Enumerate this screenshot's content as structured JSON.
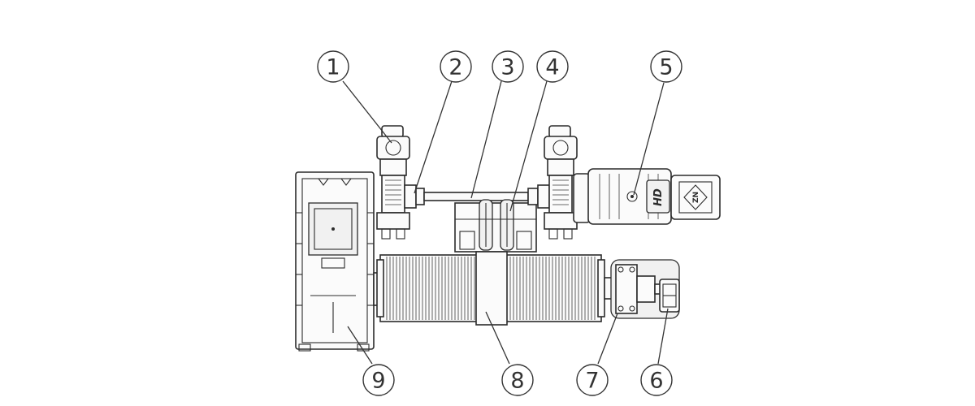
{
  "callouts": [
    {
      "id": "1",
      "label": "1"
    },
    {
      "id": "2",
      "label": "2"
    },
    {
      "id": "3",
      "label": "3"
    },
    {
      "id": "4",
      "label": "4"
    },
    {
      "id": "5",
      "label": "5"
    },
    {
      "id": "6",
      "label": "6"
    },
    {
      "id": "7",
      "label": "7"
    },
    {
      "id": "8",
      "label": "8"
    },
    {
      "id": "9",
      "label": "9"
    }
  ],
  "motor_marking": "HD",
  "logo_marking": "ZN",
  "colors": {
    "line": "#2b2b2b",
    "background": "#ffffff"
  }
}
